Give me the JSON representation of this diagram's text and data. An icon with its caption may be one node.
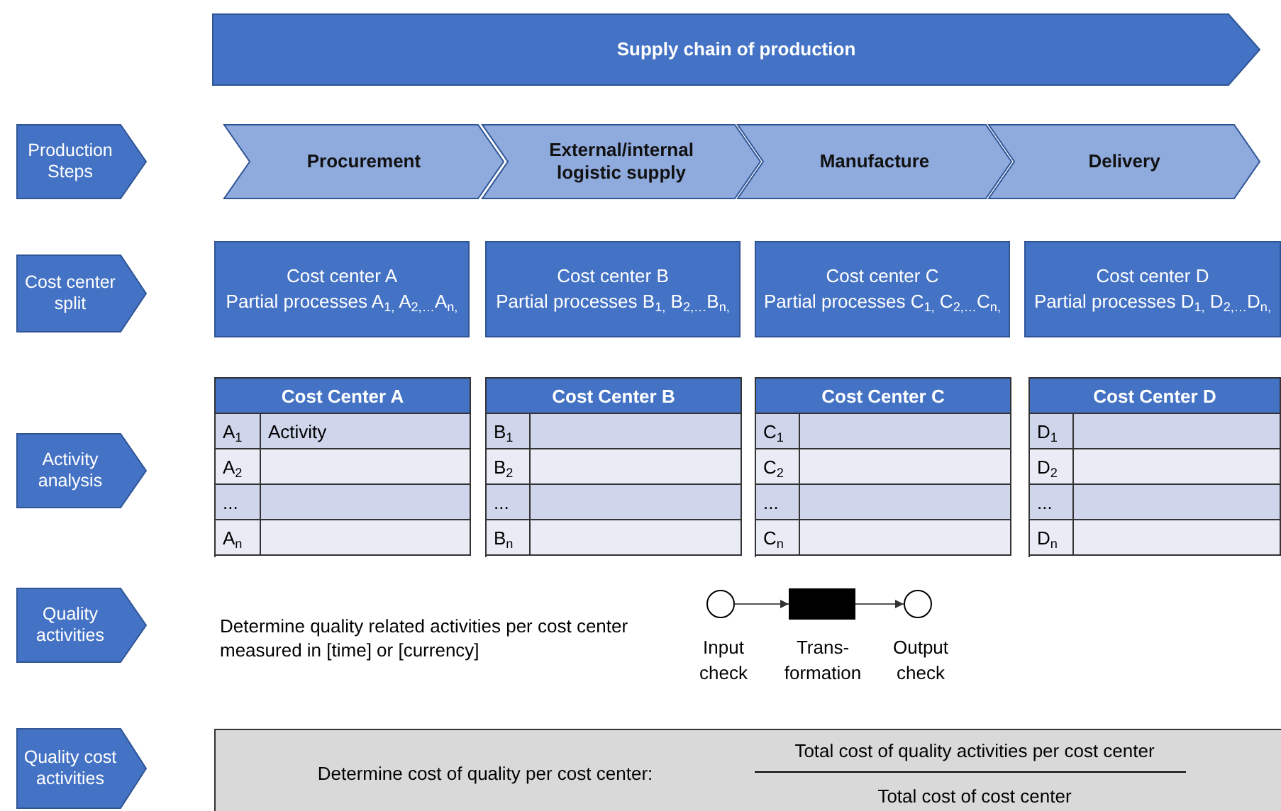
{
  "diagram": {
    "nodes": [
      {
        "text": [
          "Supply chain of production"
        ]
      },
      {
        "text": [
          "Production Steps"
        ]
      },
      {
        "text": [
          "Procurement"
        ]
      },
      {
        "text": [
          "External/internal logistic supply"
        ]
      },
      {
        "text": [
          "Manufacture"
        ]
      },
      {
        "text": [
          "Delivery"
        ]
      },
      {
        "text": [
          "Cost center split"
        ]
      },
      {
        "text": [
          "Cost center A",
          "Partial processes A$_{1,}$ A$_{2,…}$A$_{n,}$"
        ]
      },
      {
        "text": [
          "Cost center B",
          "Partial processes B$_{1,}$ B$_{2,…}$B$_{n,}$"
        ]
      },
      {
        "text": [
          "Cost center C",
          "Partial processes C$_{1,}$ C$_{2,…}$C$_{n,}$"
        ]
      },
      {
        "text": [
          "Cost center D",
          "Partial processes D$_{1,}$ D$_{2,…}$D$_{n,}$"
        ]
      },
      {
        "text": [
          "Activity analysis"
        ]
      },
      {
        "text": [
          "Cost Center A"
        ]
      },
      {
        "text": [
          "Cost Center B"
        ]
      },
      {
        "text": [
          "Cost Center C"
        ]
      },
      {
        "text": [
          "Cost Center D"
        ]
      },
      {
        "text": [
          "Quality activities"
        ]
      },
      {
        "text": [],
        "shape": "circle",
        "beside": [
          "Input check"
        ]
      },
      {
        "text": [],
        "shape": "box",
        "beside": [
          "Trans- formation"
        ]
      },
      {
        "text": [],
        "shape": "circle",
        "beside": [
          "Output check"
        ]
      },
      {
        "text": [
          "Quality cost activities"
        ]
      },
      {
        "text": [
          "Determine cost of quality per cost center:",
          "Total cost of quality activities per cost center",
          "Total cost of cost center"
        ]
      }
    ],
    "edges": [
      {
        "from": 17,
        "to": 18,
        "arrow": "to"
      },
      {
        "from": 18,
        "to": 19,
        "arrow": "to"
      }
    ],
    "labels": [
      "A$_{1}$",
      "Activity",
      "A$_{2}$",
      "...",
      "A$_{n}$",
      "B$_{1}$",
      "B$_{2}$",
      "...",
      "B$_{n}$",
      "C$_{1}$",
      "C$_{2}$",
      "...",
      "C$_{n}$",
      "D$_{1}$",
      "D$_{2}$",
      "...",
      "D$_{n}$",
      "Determine quality related activities per cost center measured in [time] or [currency]"
    ]
  }
}
